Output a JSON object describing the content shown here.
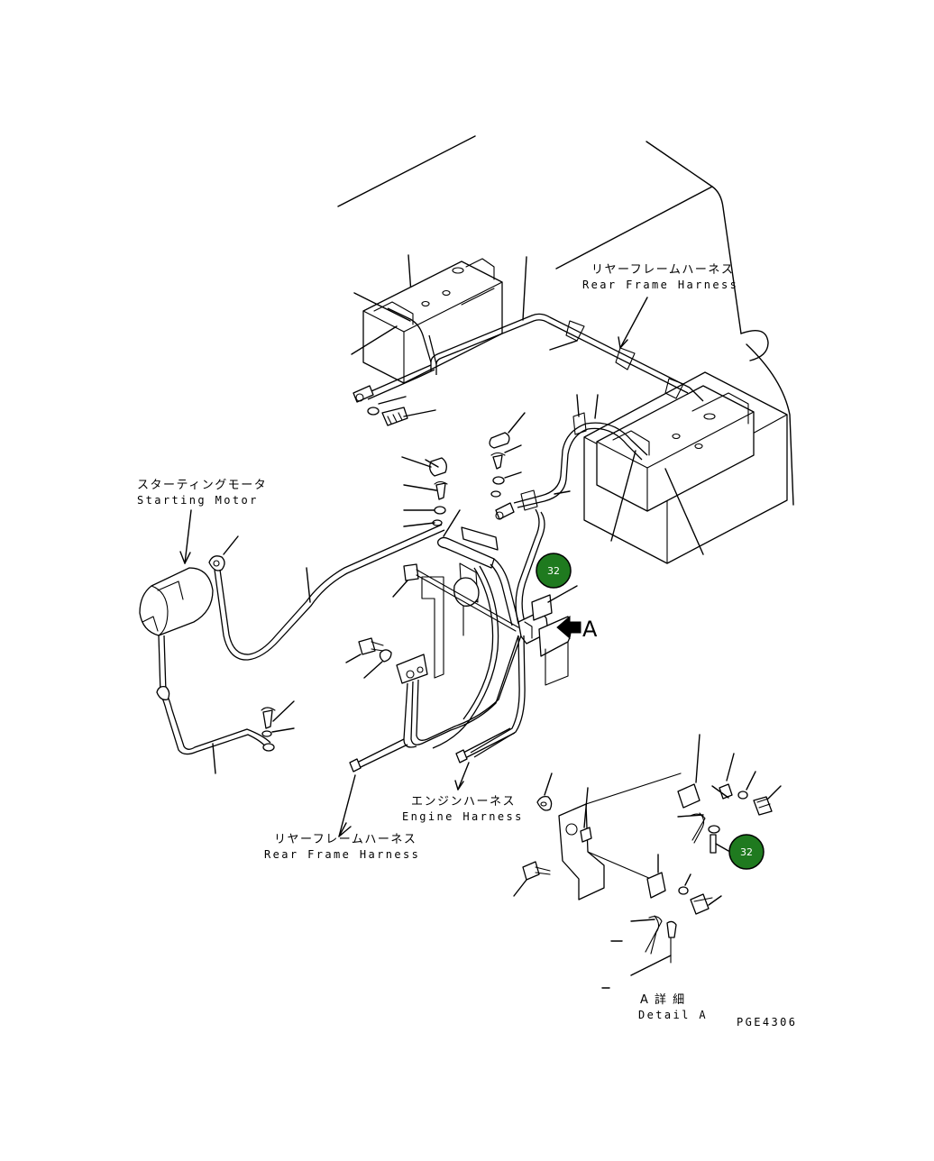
{
  "labels": {
    "rear_frame_harness_top": {
      "jp": "リヤーフレームハーネス",
      "en": "Rear Frame Harness"
    },
    "starting_motor": {
      "jp": "スターティングモータ",
      "en": "Starting Motor"
    },
    "engine_harness": {
      "jp": "エンジンハーネス",
      "en": "Engine Harness"
    },
    "rear_frame_harness_bottom": {
      "jp": "リヤーフレームハーネス",
      "en": "Rear Frame Harness"
    },
    "detail_a": {
      "jp": "A 詳 細",
      "en": "Detail A"
    },
    "view_arrow": "A",
    "drawing_code": "PGE4306"
  },
  "callouts": [
    {
      "number": "32",
      "color": "#1f7a1f"
    },
    {
      "number": "32",
      "color": "#1f7a1f"
    }
  ]
}
